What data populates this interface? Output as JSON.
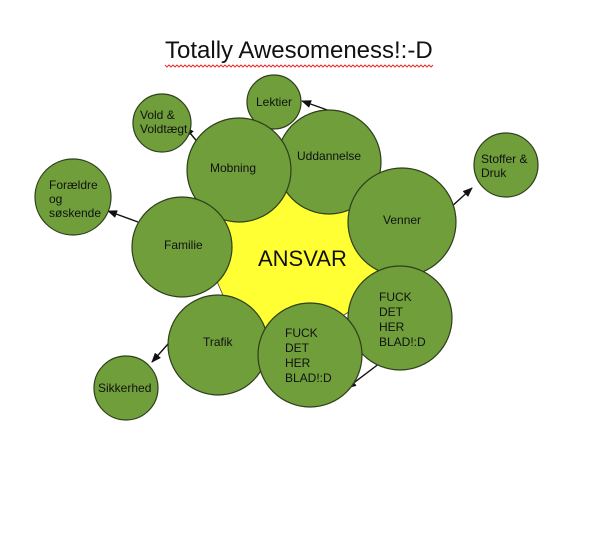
{
  "diagram": {
    "title": "Totally Awesomeness!:-D",
    "center": {
      "label": "ANSVAR",
      "color": "#ffff33"
    },
    "node_color": "#6f9e3a",
    "spelling_underline_color": "#e03030",
    "nodes": [
      {
        "id": "familie",
        "lines": [
          "Familie"
        ]
      },
      {
        "id": "mobning",
        "lines": [
          "Mobning"
        ]
      },
      {
        "id": "uddannelse",
        "lines": [
          "Uddannelse"
        ]
      },
      {
        "id": "venner",
        "lines": [
          "Venner"
        ]
      },
      {
        "id": "fuck-right",
        "lines": [
          "FUCK",
          "DET",
          "HER",
          "BLAD!:D"
        ]
      },
      {
        "id": "fuck-bottom",
        "lines": [
          "FUCK",
          "DET",
          "HER",
          "BLAD!:D"
        ]
      },
      {
        "id": "trafik",
        "lines": [
          "Trafik"
        ]
      }
    ],
    "outer_nodes": [
      {
        "id": "lektier",
        "lines": [
          "Lektier"
        ]
      },
      {
        "id": "vold",
        "lines": [
          "Vold &",
          "Voldtægt"
        ]
      },
      {
        "id": "foraeldre",
        "lines": [
          "Forældre",
          "og",
          "søskende"
        ]
      },
      {
        "id": "stoffer",
        "lines": [
          "Stoffer &",
          "Druk"
        ]
      },
      {
        "id": "sikkerhed",
        "lines": [
          "Sikkerhed"
        ]
      }
    ]
  }
}
